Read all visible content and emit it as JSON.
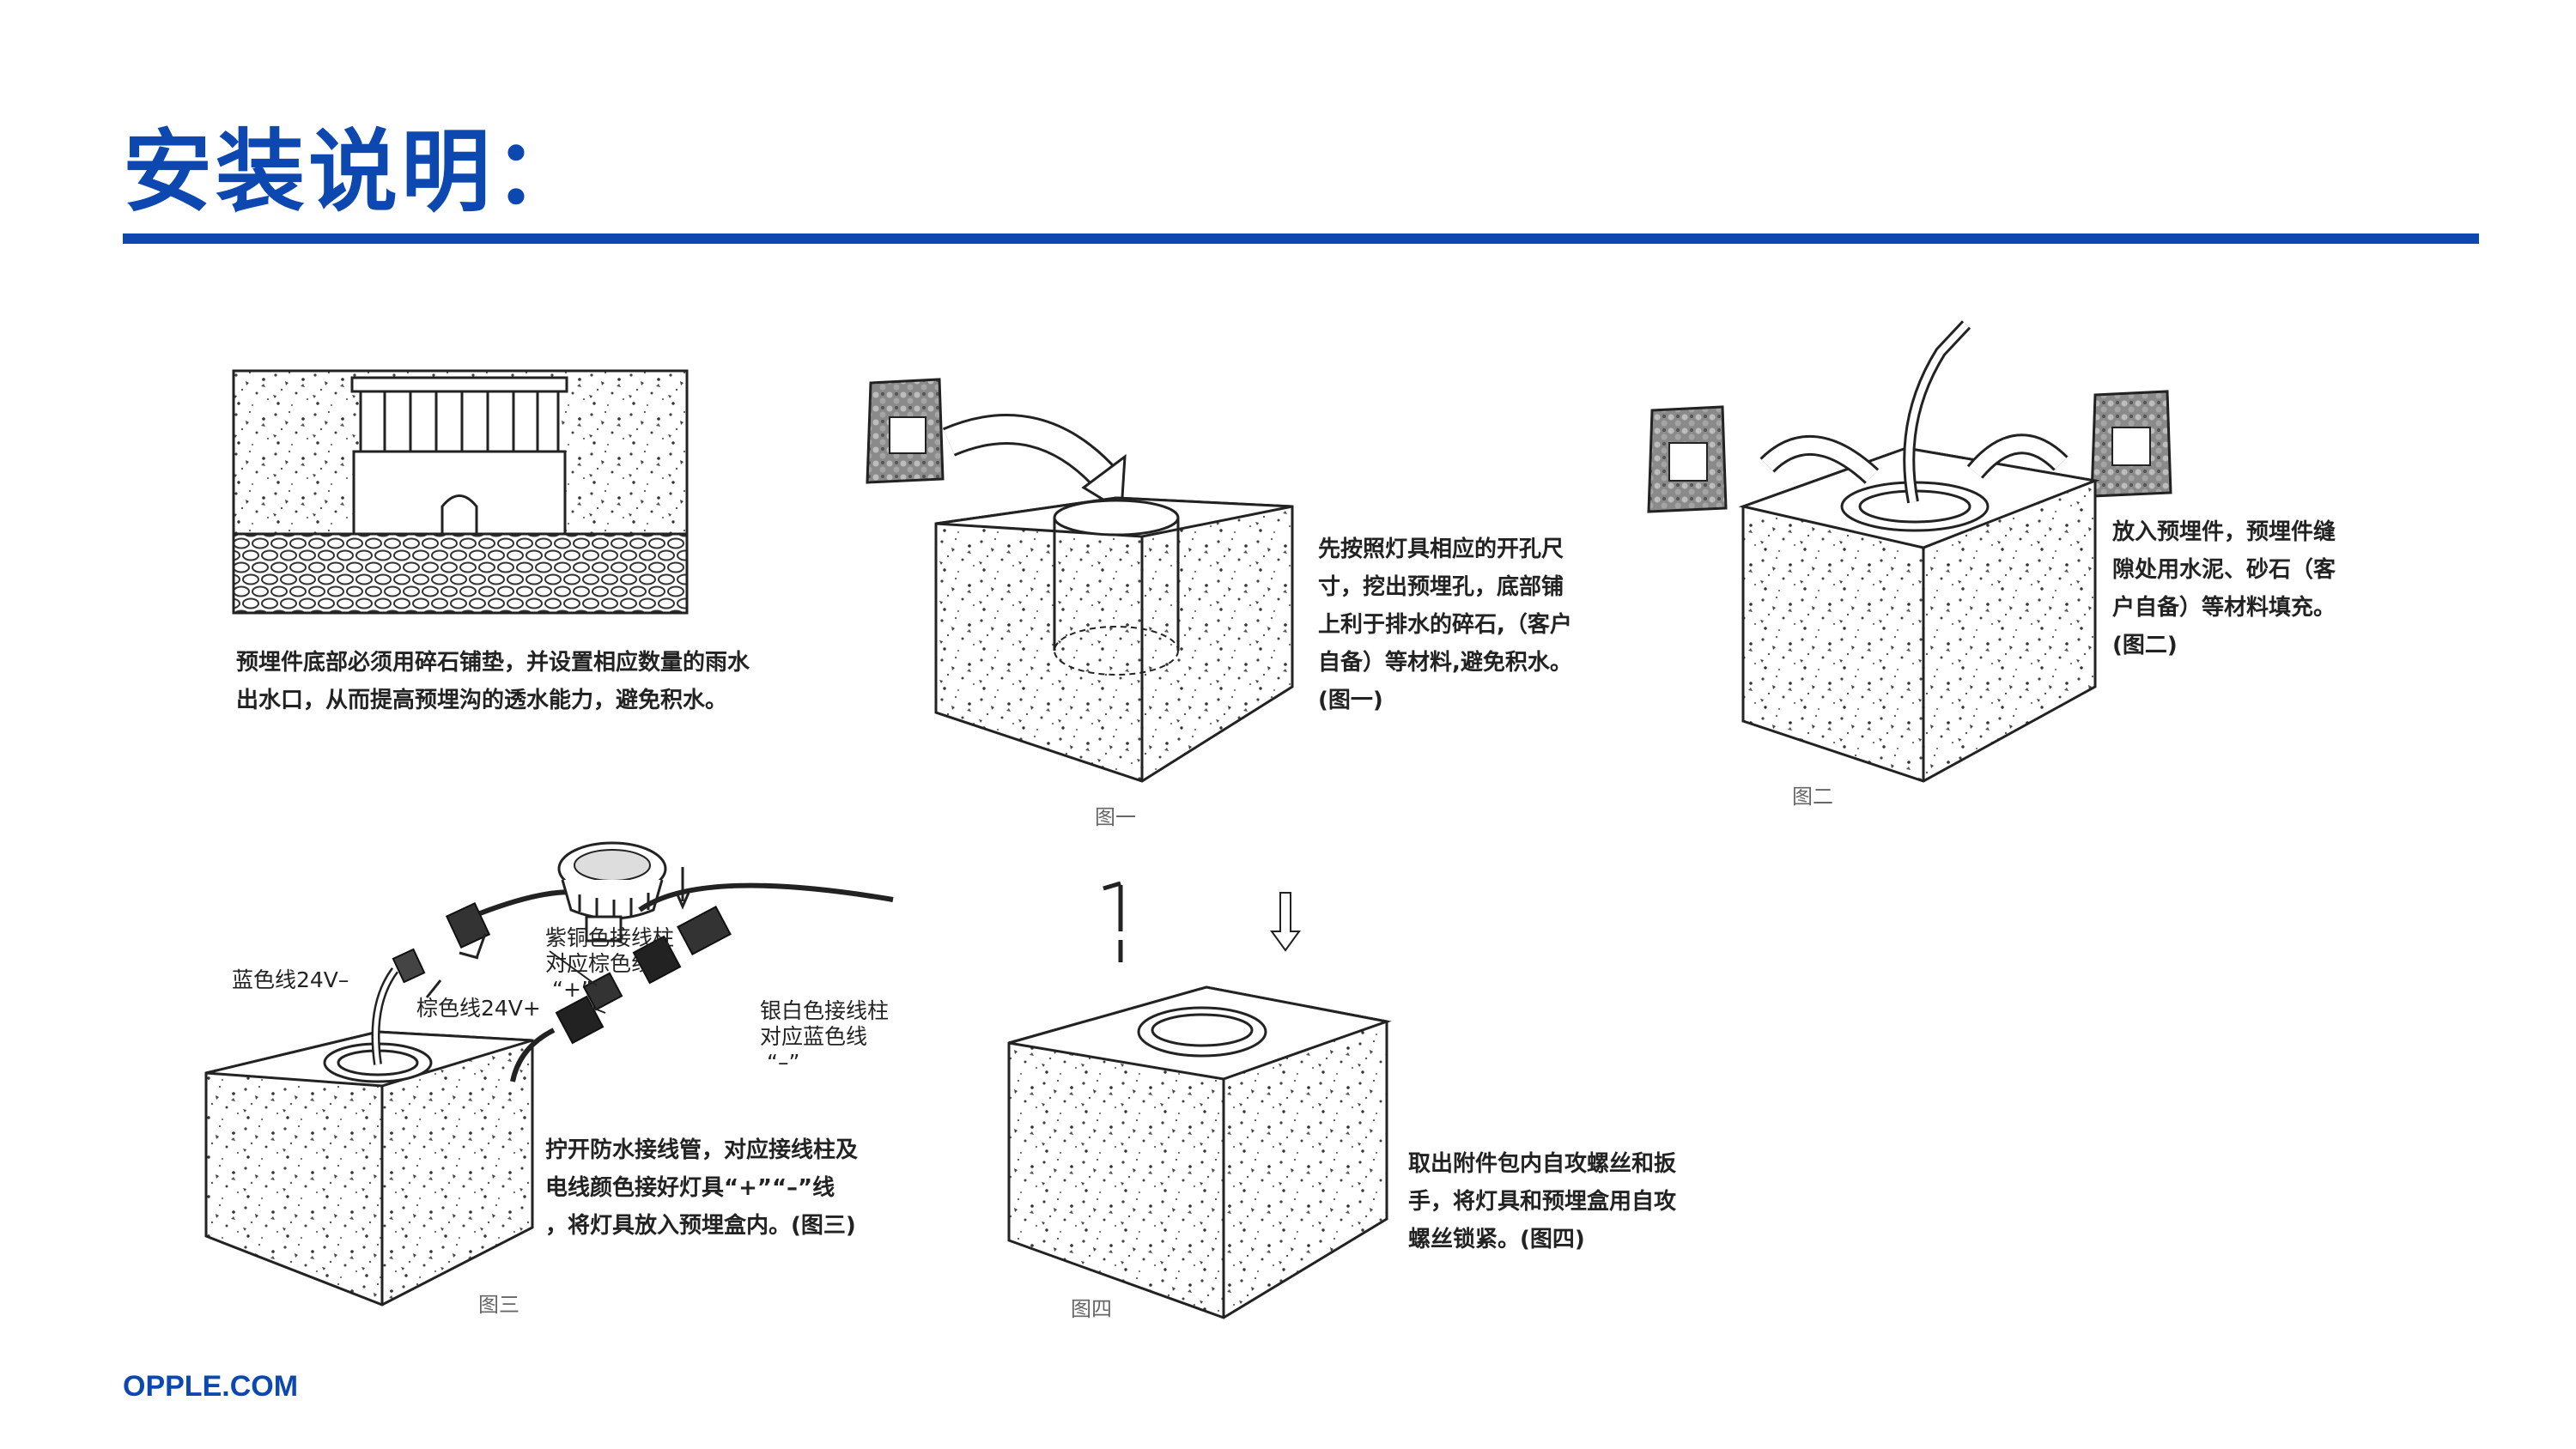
{
  "header": {
    "title": "安装说明："
  },
  "footer": {
    "brand": "OPPLE.COM"
  },
  "step0": {
    "lines": [
      "预埋件底部必须用碎石铺垫，并设置相应数量的雨水",
      "出水口，从而提高预埋沟的透水能力，避免积水。"
    ]
  },
  "step1": {
    "caption": "图一",
    "lines": [
      "先按照灯具相应的开孔尺",
      "寸，挖出预埋孔，底部铺",
      "上利于排水的碎石,（客户",
      "自备）等材料,避免积水。",
      "(图一)"
    ]
  },
  "step2": {
    "caption": "图二",
    "lines": [
      "放入预埋件，预埋件缝",
      "隙处用水泥、砂石（客",
      "户自备）等材料填充。",
      "(图二)"
    ]
  },
  "step3": {
    "caption": "图三",
    "lines": [
      "拧开防水接线管，对应接线柱及",
      "电线颜色接好灯具“+”“–”线",
      "，将灯具放入预埋盒内。(图三)"
    ],
    "labels": {
      "blue_wire": "蓝色线24V–",
      "brown_wire": "棕色线24V+",
      "copper_1": "紫铜色接线柱",
      "copper_2": "对应棕色线",
      "copper_3": "“+”",
      "silver_1": "银白色接线柱",
      "silver_2": "对应蓝色线",
      "silver_3": "“–”"
    }
  },
  "step4": {
    "caption": "图四",
    "lines": [
      "取出附件包内自攻螺丝和扳",
      "手，将灯具和预埋盒用自攻",
      "螺丝锁紧。(图四)"
    ]
  }
}
